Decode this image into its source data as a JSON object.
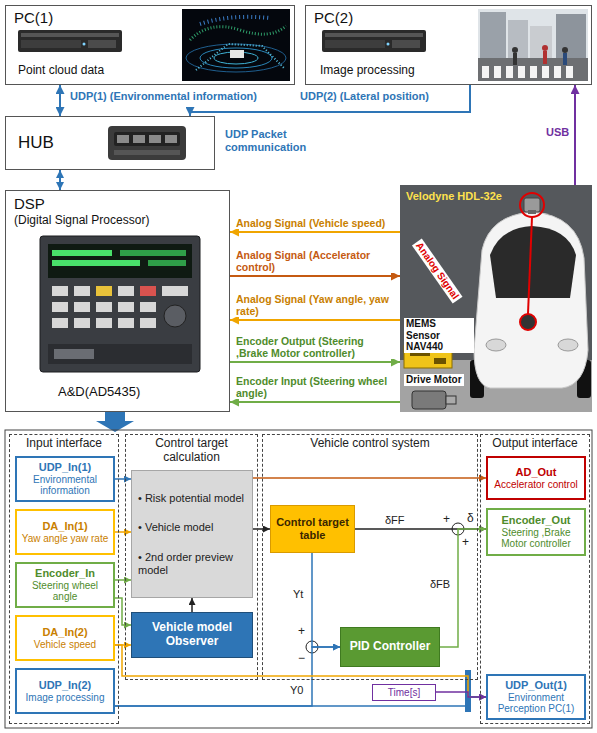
{
  "diagram": {
    "nodes": [
      {
        "text": [
          "PC(1)",
          "Point cloud data"
        ]
      },
      {
        "text": [
          "PC(2)",
          "Image processing"
        ]
      },
      {
        "text": [
          "HUB"
        ]
      },
      {
        "text": [
          "DSP",
          "(Digital Signal Processor)",
          "A&D(AD5435)"
        ]
      },
      {
        "text": [
          "Velodyne HDL-32e",
          "Analog Signal",
          "MEMS Sensor NAV440",
          "Drive Motor"
        ]
      },
      {
        "text": [
          "Input interface"
        ]
      },
      {
        "text": [
          "Control target calculation"
        ]
      },
      {
        "text": [
          "Vehicle control system"
        ]
      },
      {
        "text": [
          "Output interface"
        ]
      },
      {
        "text": [
          "UDP_In(1)",
          "Environmental information"
        ],
        "in": 5
      },
      {
        "text": [
          "DA_In(1)",
          "Yaw angle yaw rate"
        ],
        "in": 5
      },
      {
        "text": [
          "Encoder_In",
          "Steering wheel angle"
        ],
        "in": 5
      },
      {
        "text": [
          "DA_In(2)",
          "Vehicle speed"
        ],
        "in": 5
      },
      {
        "text": [
          "UDP_In(2)",
          "Image processing"
        ],
        "in": 5
      },
      {
        "text": [
          "• Risk potential model",
          "• Vehicle model",
          "• 2nd order preview model"
        ],
        "in": 6
      },
      {
        "text": [
          "Vehicle model Observer"
        ],
        "in": 6
      },
      {
        "text": [
          "Control target table"
        ],
        "in": 7
      },
      {
        "text": [
          "PID Controller"
        ],
        "in": 7
      },
      {
        "text": [
          "Time[s]"
        ]
      },
      {
        "text": [
          "AD_Out",
          "Accelerator control"
        ],
        "in": 8
      },
      {
        "text": [
          "Encoder_Out",
          "Steering ,Brake Motor controller"
        ],
        "in": 8
      },
      {
        "text": [
          "UDP_Out(1)",
          "Environment Perception PC(1)"
        ],
        "in": 8
      }
    ],
    "edges": [
      {
        "from": 0,
        "to": 2,
        "arrow": "both",
        "label": "UDP(1) (Environmental information)"
      },
      {
        "from": 1,
        "to": 2,
        "arrow": "to",
        "label": "UDP(2) (Lateral position)"
      },
      {
        "from": 2,
        "to": 3,
        "arrow": "both"
      },
      {
        "from": 4,
        "to": 3,
        "arrow": "to",
        "label": "Analog Signal (Vehicle speed)"
      },
      {
        "from": 3,
        "to": 4,
        "arrow": "to",
        "label": "Analog Signal (Accelerator control)"
      },
      {
        "from": 4,
        "to": 3,
        "arrow": "to",
        "label": "Analog Signal (Yaw angle, yaw rate)"
      },
      {
        "from": 3,
        "to": 4,
        "arrow": "to",
        "label": "Encoder Output (Steering ,Brake Motor controller)"
      },
      {
        "from": 4,
        "to": 3,
        "arrow": "to",
        "label": "Encoder Input (Steering wheel angle)"
      },
      {
        "from": 4,
        "to": 1,
        "arrow": "to",
        "label": "USB"
      },
      {
        "from": 9,
        "to": 14,
        "arrow": "to"
      },
      {
        "from": 10,
        "to": 14,
        "arrow": "to"
      },
      {
        "from": 11,
        "to": 14,
        "arrow": "to"
      },
      {
        "from": 11,
        "to": 15,
        "arrow": "to"
      },
      {
        "from": 12,
        "to": 15,
        "arrow": "to"
      },
      {
        "from": 15,
        "to": 14,
        "arrow": "to"
      },
      {
        "from": 14,
        "to": 19,
        "arrow": "to"
      },
      {
        "from": 14,
        "to": 16,
        "arrow": "to"
      },
      {
        "from": 16,
        "to": 20,
        "arrow": "to",
        "label": "δFF"
      },
      {
        "from": 16,
        "to": 17,
        "arrow": "to",
        "label": "Yt"
      },
      {
        "from": 13,
        "to": 17,
        "arrow": "to",
        "label": "Y0"
      },
      {
        "from": 17,
        "to": 20,
        "arrow": "to",
        "label": "δFB"
      },
      {
        "from": 12,
        "to": 21,
        "arrow": "to"
      },
      {
        "from": 13,
        "to": 21,
        "arrow": "to"
      },
      {
        "from": 18,
        "to": 21,
        "arrow": "to"
      }
    ],
    "labels": [
      "UDP Packet communication",
      "+",
      "−",
      "+",
      "+",
      "δ"
    ]
  }
}
